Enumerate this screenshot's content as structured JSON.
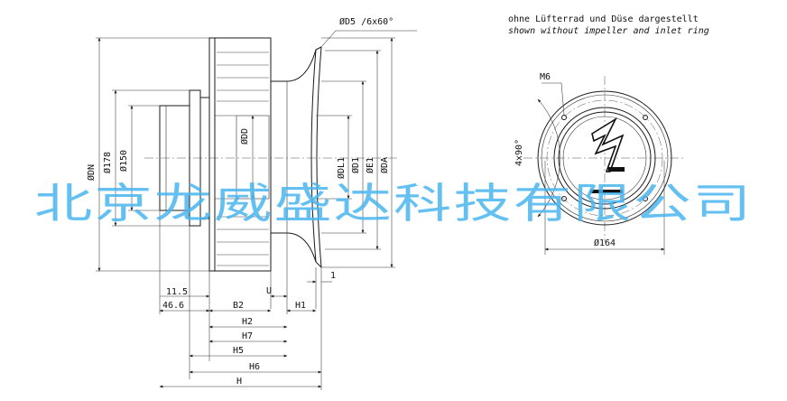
{
  "notes": {
    "line_de": "ohne Lüfterrad und Düse dargestellt",
    "line_en": "shown without impeller and inlet ring"
  },
  "dims": {
    "d5": "ØD5 /6x60°",
    "dn": "ØDN",
    "d178": "Ø178",
    "d150": "Ø150",
    "dd": "ØDD",
    "dl1": "ØDL1",
    "d1": "ØD1",
    "e1": "ØE1",
    "da": "ØDA",
    "m6": "M6",
    "angle": "4x90°",
    "d164": "Ø164",
    "v11_5": "11.5",
    "v46_6": "46.6",
    "b2": "B2",
    "u": "U",
    "h1": "H1",
    "one": "1",
    "h2": "H2",
    "h7": "H7",
    "h5": "H5",
    "h6": "H6",
    "h": "H"
  },
  "watermark": "北京龙威盛达科技有限公司",
  "colors": {
    "line": "#1a1a1a",
    "watermark": "#48b6ef",
    "background": "#ffffff"
  }
}
